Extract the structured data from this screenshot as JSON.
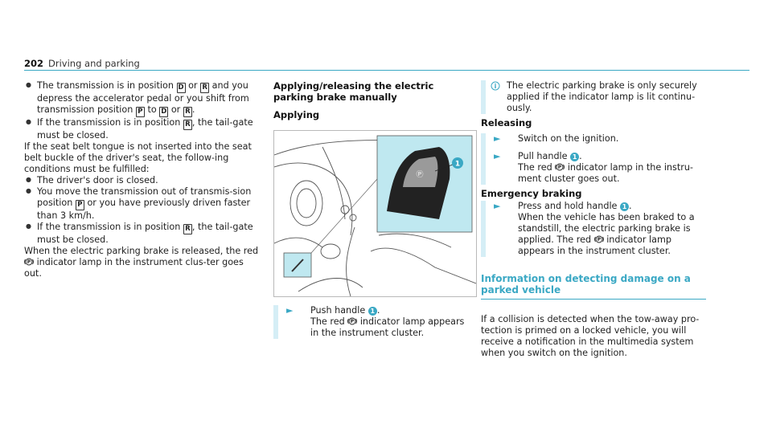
{
  "header": {
    "page_number": "202",
    "section": "Driving and parking"
  },
  "col1": {
    "bullets_a": [
      {
        "pre": "The transmission is in position",
        "k1": "D",
        "mid": "or",
        "k2": "R",
        "post": "and you depress the accelerator pedal or you shift from transmission position",
        "k3": "P",
        "to": "to",
        "k4": "D",
        "or2": "or",
        "k5": "R",
        "end": "."
      },
      {
        "pre": "If the transmission is in position",
        "k1": "R",
        "post": ", the tail‐gate must be closed."
      }
    ],
    "para1": "If the seat belt tongue is not inserted into the seat belt buckle of the driver's seat, the follow‐ing conditions must be fulfilled:",
    "bullets_b": [
      {
        "text": "The driver's door is closed."
      },
      {
        "pre": "You move the transmission out of transmis‐sion position",
        "k1": "P",
        "post": "or you have previously driven faster than 3 km/h."
      },
      {
        "pre": "If the transmission is in position",
        "k1": "R",
        "post": ", the tail‐gate must be closed."
      }
    ],
    "para2_pre": "When the electric parking brake is released, the red",
    "para2_post": "indicator lamp in the instrument clus‐ter goes out."
  },
  "col2": {
    "title": "Applying/releasing the electric parking brake manually",
    "subtitle": "Applying",
    "step_pre": "Push handle",
    "step_num": "1",
    "step_post": ".",
    "step_line2_pre": "The red",
    "step_line2_post": "indicator lamp appears in the instrument cluster."
  },
  "col3": {
    "note_text": "The electric parking brake is only securely applied if the indicator lamp is lit continu‐ously.",
    "releasing_title": "Releasing",
    "rel_step1": "Switch on the ignition.",
    "rel_step2_pre": "Pull handle",
    "rel_step2_num": "1",
    "rel_step2_post": ".",
    "rel_step2_l2_pre": "The red",
    "rel_step2_l2_post": "indicator lamp in the instru‐ment cluster goes out.",
    "emergency_title": "Emergency braking",
    "em_pre": "Press and hold handle",
    "em_num": "1",
    "em_post": ".",
    "em_l2_pre": "When the vehicle has been braked to a standstill, the electric parking brake is applied. The red",
    "em_l2_post": "indicator lamp appears in the instrument cluster.",
    "info_title": "Information on detecting damage on a parked vehicle",
    "info_text": "If a collision is detected when the tow‐away pro‐tection is primed on a locked vehicle, you will receive a notification in the multimedia system when you switch on the ignition."
  },
  "figure": {
    "callout": "1"
  },
  "colors": {
    "accent": "#3aa8c4",
    "bar": "#d5eef6",
    "figure_bg": "#bfe8f0"
  }
}
